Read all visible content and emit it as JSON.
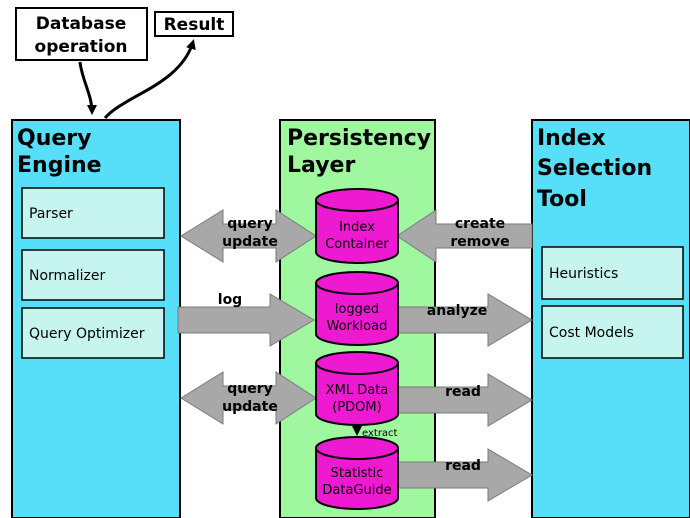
{
  "top_labels": {
    "database_operation": [
      "Database",
      "operation"
    ],
    "result": "Result"
  },
  "panels": {
    "query_engine": {
      "title": [
        "Query",
        "Engine"
      ],
      "components": [
        "Parser",
        "Normalizer",
        "Query Optimizer"
      ]
    },
    "persistency_layer": {
      "title": [
        "Persistency",
        "Layer"
      ]
    },
    "index_selection_tool": {
      "title": [
        "Index",
        "Selection",
        "Tool"
      ],
      "components": [
        "Heuristics",
        "Cost Models"
      ]
    }
  },
  "stores": {
    "index_container": [
      "Index",
      "Container"
    ],
    "logged_workload": [
      "logged",
      "Workload"
    ],
    "xml_data": [
      "XML Data",
      "(PDOM)"
    ],
    "statistic_dataguide": [
      "Statistic",
      "DataGuide"
    ]
  },
  "arrow_labels": {
    "query_update_top": [
      "query",
      "update"
    ],
    "create_remove": [
      "create",
      "remove"
    ],
    "log": "log",
    "analyze": "analyze",
    "query_update_bottom": [
      "query",
      "update"
    ],
    "read_xml": "read",
    "read_stat": "read",
    "extract": "extract"
  },
  "colors": {
    "panel_blue": "#57def8",
    "panel_green": "#9ff79f",
    "component_fill": "#c6f4ee",
    "cylinder_pink": "#ee1ad2",
    "arrow_gray": "#a8a8a8"
  }
}
